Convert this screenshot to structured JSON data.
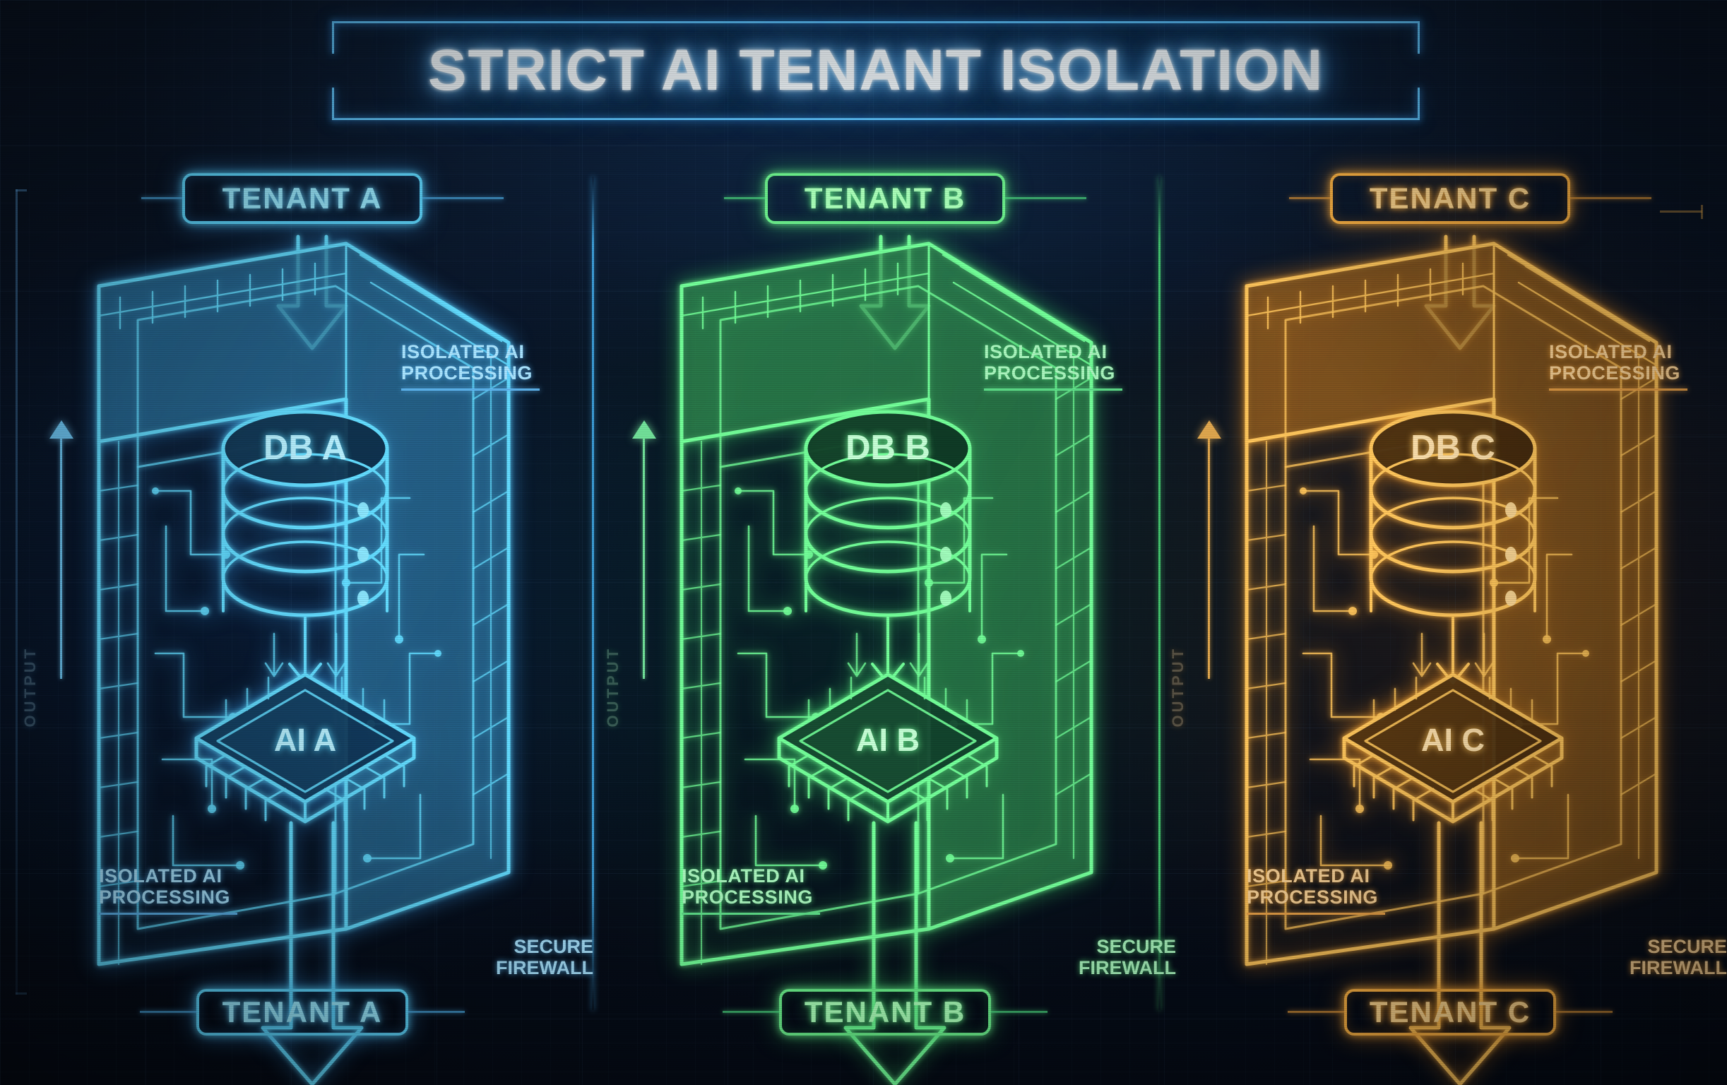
{
  "title": "STRICT AI TENANT ISOLATION",
  "background": {
    "base_color": "#060d1a",
    "grid": "on"
  },
  "palette": {
    "tenant_a": "#5fd8ff",
    "tenant_b": "#6cf08c",
    "tenant_c": "#ffb545",
    "title_text": "#f4fbff"
  },
  "panels": [
    {
      "id": "tenant-a",
      "accent": "#5fd8ff",
      "top_label": "TENANT A",
      "bottom_label": "TENANT A",
      "database_label": "DB A",
      "chip_label": "AI A",
      "annotation_top_right": "ISOLATED AI PROCESSING",
      "annotation_top_right_line1": "ISOLATED AI",
      "annotation_top_right_line2": "PROCESSING",
      "annotation_bottom_left_line1": "ISOLATED AI",
      "annotation_bottom_left_line2": "PROCESSING",
      "firewall_line1": "SECURE",
      "firewall_line2": "FIREWALL",
      "side_text": "OUTPUT"
    },
    {
      "id": "tenant-b",
      "accent": "#6cf08c",
      "top_label": "TENANT B",
      "bottom_label": "TENANT B",
      "database_label": "DB B",
      "chip_label": "AI B",
      "annotation_top_right": "ISOLATED AI PROCESSING",
      "annotation_top_right_line1": "ISOLATED AI",
      "annotation_top_right_line2": "PROCESSING",
      "annotation_bottom_left_line1": "ISOLATED AI",
      "annotation_bottom_left_line2": "PROCESSING",
      "firewall_line1": "SECURE",
      "firewall_line2": "FIREWALL",
      "side_text": "OUTPUT"
    },
    {
      "id": "tenant-c",
      "accent": "#ffb545",
      "top_label": "TENANT C",
      "bottom_label": "TENANT C",
      "database_label": "DB C",
      "chip_label": "AI C",
      "annotation_top_right": "ISOLATED AI PROCESSING",
      "annotation_top_right_line1": "ISOLATED AI",
      "annotation_top_right_line2": "PROCESSING",
      "annotation_bottom_left_line1": "ISOLATED AI",
      "annotation_bottom_left_line2": "PROCESSING",
      "firewall_line1": "SECURE",
      "firewall_line2": "FIREWALL",
      "side_text": "OUTPUT"
    }
  ],
  "icons": {
    "database": "database-cylinder-icon",
    "chip": "ai-chip-icon",
    "arrow_down": "arrow-down-icon",
    "arrow_up": "arrow-up-icon",
    "firewall": "firewall-wall-icon"
  }
}
